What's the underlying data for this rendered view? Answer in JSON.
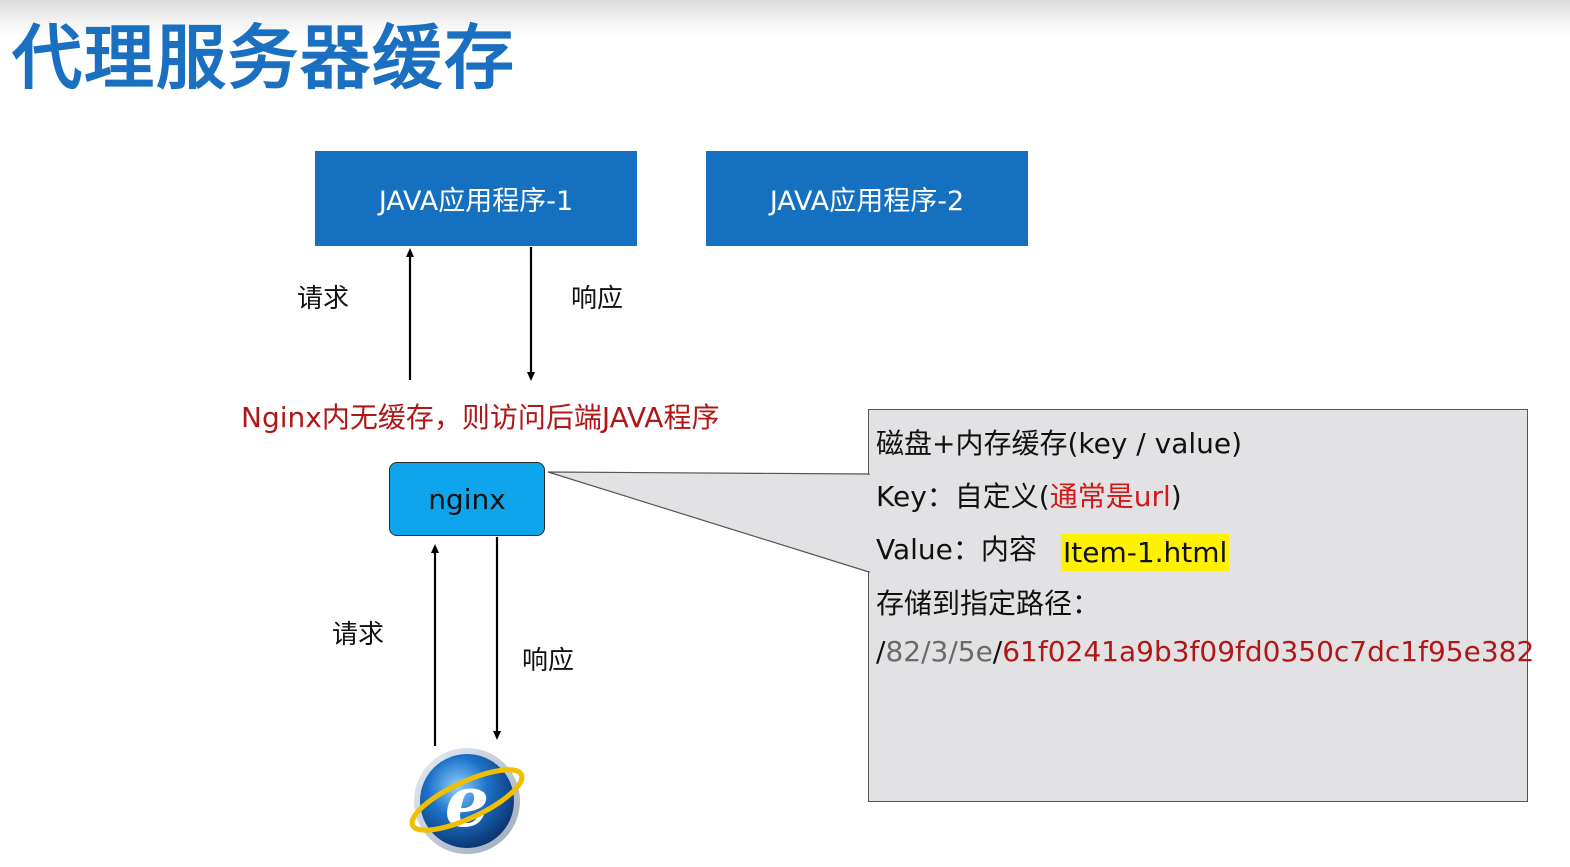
{
  "title": "代理服务器缓存",
  "java_boxes": {
    "app1": "JAVA应用程序-1",
    "app2": "JAVA应用程序-2"
  },
  "upper_labels": {
    "request": "请求",
    "response": "响应"
  },
  "note": "Nginx内无缓存，则访问后端JAVA程序",
  "nginx_label": "nginx",
  "lower_labels": {
    "request": "请求",
    "response": "响应"
  },
  "browser_icon": "internet-explorer-icon",
  "callout": {
    "line1": "磁盘+内存缓存(key / value)",
    "line2_prefix": "Key：自定义(",
    "line2_red": "通常是url",
    "line2_suffix": ")",
    "line3_prefix": "Value：内容",
    "line3_highlight": "Item-1.html",
    "line4": "存储到指定路径：",
    "path_dir_slash": "/",
    "path_dir": "82/3/5e",
    "path_sep": "/",
    "path_hash": "61f0241a9b3f09fd0350c7dc1f95e382"
  },
  "colors": {
    "title": "#1a6fc0",
    "java_box": "#1570c0",
    "nginx_box": "#0ea5ec",
    "note": "#b01818",
    "callout_bg": "#e2e2e4",
    "highlight": "#fff200"
  }
}
